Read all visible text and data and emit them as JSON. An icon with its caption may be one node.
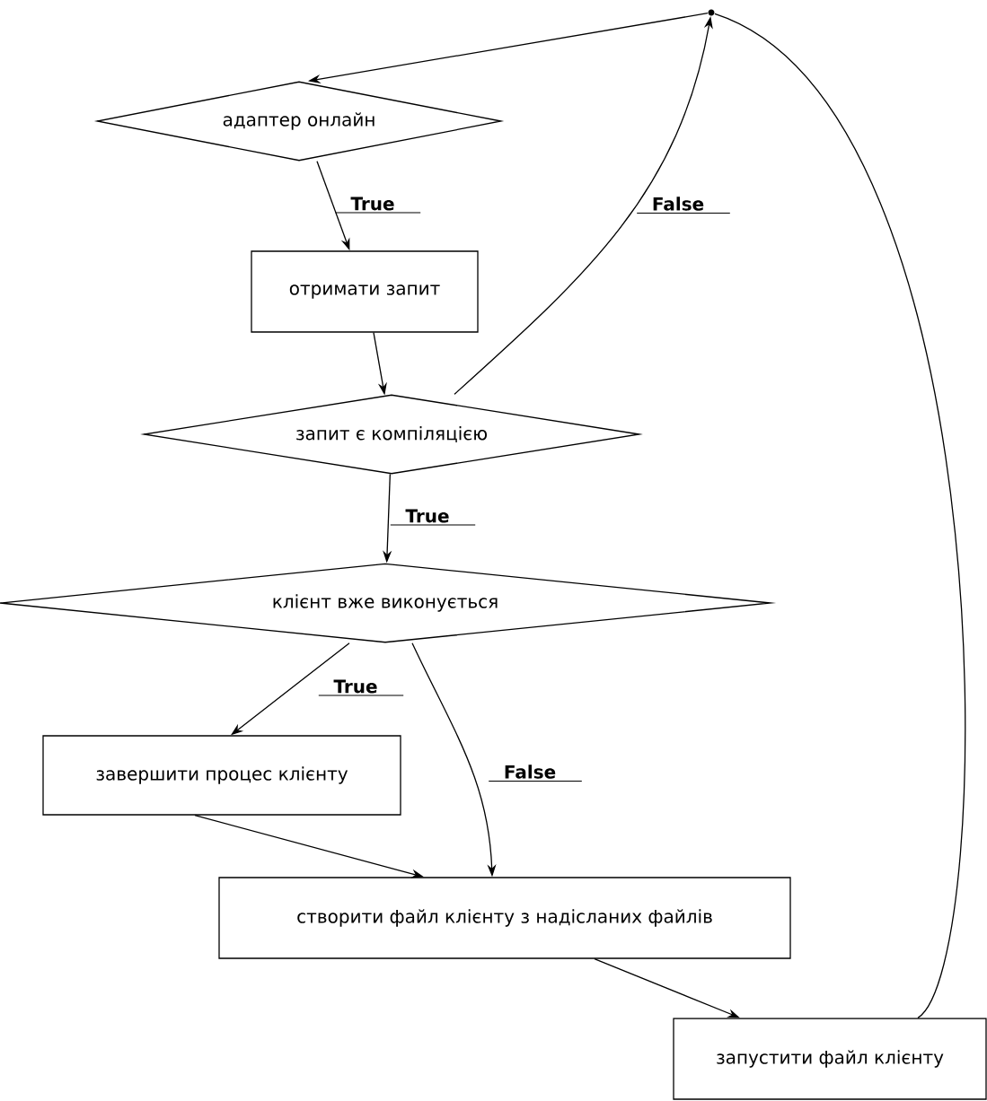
{
  "diagram": {
    "nodes": [
      {
        "text": [],
        "shape": "circle"
      },
      {
        "text": [
          "адаптер онлайн"
        ]
      },
      {
        "text": [
          "отримати запит"
        ]
      },
      {
        "text": [
          "запит є компіляцією"
        ]
      },
      {
        "text": [
          "клієнт вже виконується"
        ]
      },
      {
        "text": [
          "завершити процес клієнту"
        ]
      },
      {
        "text": [
          "створити файл клієнту з надісланих файлів"
        ]
      },
      {
        "text": [
          "запустити файл клієнту"
        ]
      }
    ],
    "edges": [
      {
        "from": 0,
        "to": 1,
        "arrow": "to"
      },
      {
        "from": 1,
        "to": 2,
        "arrow": "to",
        "label": "True"
      },
      {
        "from": 2,
        "to": 3,
        "arrow": "to"
      },
      {
        "from": 3,
        "to": 0,
        "arrow": "to",
        "label": "False"
      },
      {
        "from": 3,
        "to": 4,
        "arrow": "to",
        "label": "True"
      },
      {
        "from": 4,
        "to": 5,
        "arrow": "to",
        "label": "True"
      },
      {
        "from": 4,
        "to": 6,
        "arrow": "to",
        "label": "False"
      },
      {
        "from": 5,
        "to": 6,
        "arrow": "to"
      },
      {
        "from": 6,
        "to": 7,
        "arrow": "to"
      },
      {
        "from": 7,
        "to": 0,
        "arrow": "none"
      }
    ]
  }
}
